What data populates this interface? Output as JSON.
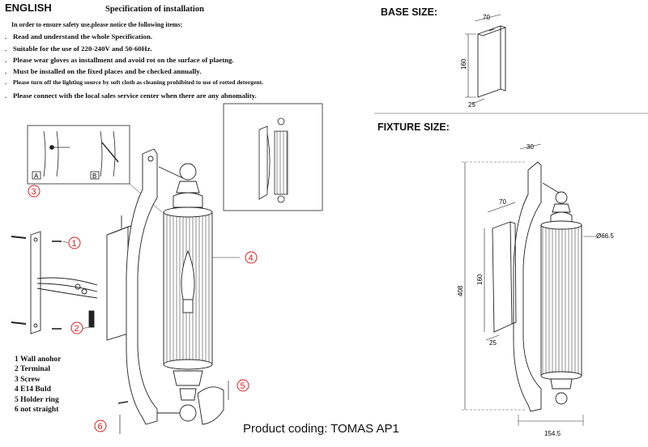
{
  "header": {
    "language": "ENGLISH",
    "spec_title": "Specification of installation",
    "intro": "In order to ensure safety use,please notice the following items:"
  },
  "rules": [
    "Read and understand the whole Specification.",
    "Suitable for the use of 220-240V and 50-60Hz.",
    "Please wear gloves as installment and avoid rot on the surface of plaetng.",
    "Must be installed on the fixed places and be checked annually.",
    "Please turn off the lighting source by soft cloth as cleaning prohibited to use of rotted detergent.",
    "Please connect with the local sales service center when there are any abnomality."
  ],
  "base_size": {
    "title": "BASE SIZE:",
    "width": "70",
    "height": "160",
    "depth": "25"
  },
  "fixture_size": {
    "title": "FIXTURE SIZE:",
    "top": "30",
    "base_width": "70",
    "diameter": "Ø66.5",
    "total_height": "408",
    "base_height": "160",
    "depth": "25",
    "width": "154.5"
  },
  "detail": {
    "label_a": "A",
    "label_b": "B",
    "callout": "3"
  },
  "callouts": [
    "1",
    "2",
    "3",
    "4",
    "5",
    "6"
  ],
  "parts": [
    "1 Wall anohor",
    "2 Terminal",
    "3 Screw",
    "4 E14 Buld",
    "5 Holder ring",
    "6 not straight"
  ],
  "product_coding": "Product coding: TOMAS AP1",
  "colors": {
    "line": "#222222",
    "callout": "#d62020",
    "separator": "#888888"
  }
}
